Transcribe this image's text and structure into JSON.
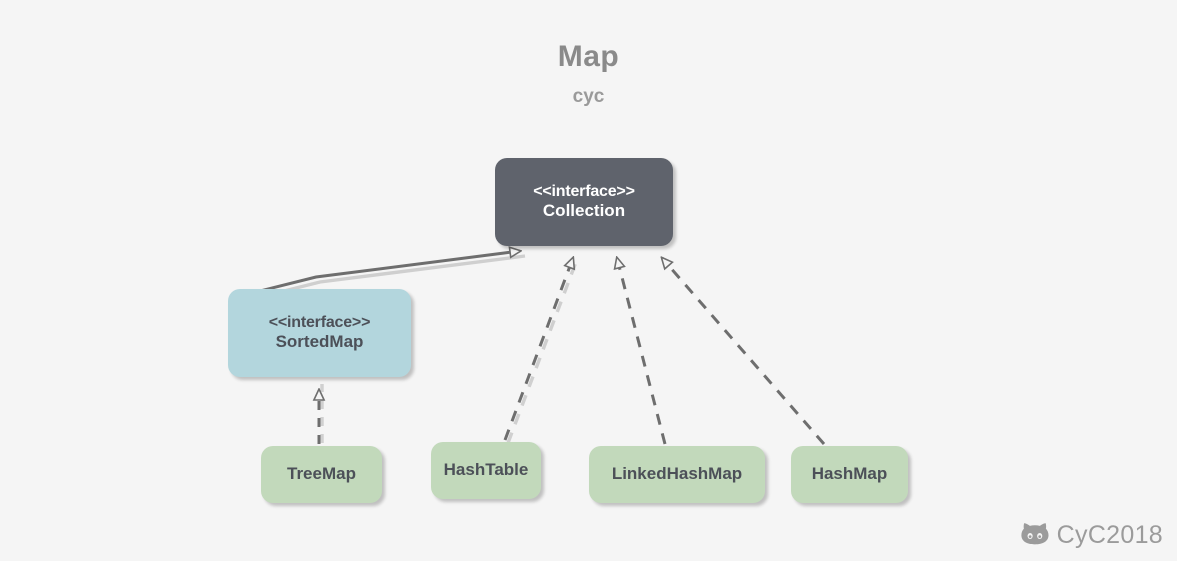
{
  "diagram": {
    "title": "Map",
    "subtitle": "cyc",
    "background_color": "#f5f5f5",
    "title_color": "#8a8a8a",
    "nodes": [
      {
        "id": "collection",
        "stereotype": "<<interface>>",
        "label": "Collection",
        "kind": "interface",
        "fill": "#5f636c",
        "text_color": "#ffffff"
      },
      {
        "id": "sortedmap",
        "stereotype": "<<interface>>",
        "label": "SortedMap",
        "kind": "interface",
        "fill": "#b3d6dd",
        "text_color": "#4c5058"
      },
      {
        "id": "treemap",
        "stereotype": "",
        "label": "TreeMap",
        "kind": "class",
        "fill": "#c2d9bb",
        "text_color": "#4c5058"
      },
      {
        "id": "hashtable",
        "stereotype": "",
        "label": "HashTable",
        "kind": "class",
        "fill": "#c2d9bb",
        "text_color": "#4c5058"
      },
      {
        "id": "linkedhashmap",
        "stereotype": "",
        "label": "LinkedHashMap",
        "kind": "class",
        "fill": "#c2d9bb",
        "text_color": "#4c5058"
      },
      {
        "id": "hashmap",
        "stereotype": "",
        "label": "HashMap",
        "kind": "class",
        "fill": "#c2d9bb",
        "text_color": "#4c5058"
      }
    ],
    "edges": [
      {
        "from": "sortedmap",
        "to": "collection",
        "style": "solid",
        "arrow": "hollow-triangle"
      },
      {
        "from": "hashtable",
        "to": "collection",
        "style": "dashed",
        "arrow": "hollow-triangle"
      },
      {
        "from": "linkedhashmap",
        "to": "collection",
        "style": "dashed",
        "arrow": "hollow-triangle"
      },
      {
        "from": "hashmap",
        "to": "collection",
        "style": "dashed",
        "arrow": "hollow-triangle"
      },
      {
        "from": "treemap",
        "to": "sortedmap",
        "style": "dashed",
        "arrow": "hollow-triangle"
      }
    ],
    "edge_color": "#6e6e6e"
  },
  "watermark": {
    "text": "CyC2018",
    "icon": "octocat-icon",
    "color": "#9b9b9b"
  }
}
